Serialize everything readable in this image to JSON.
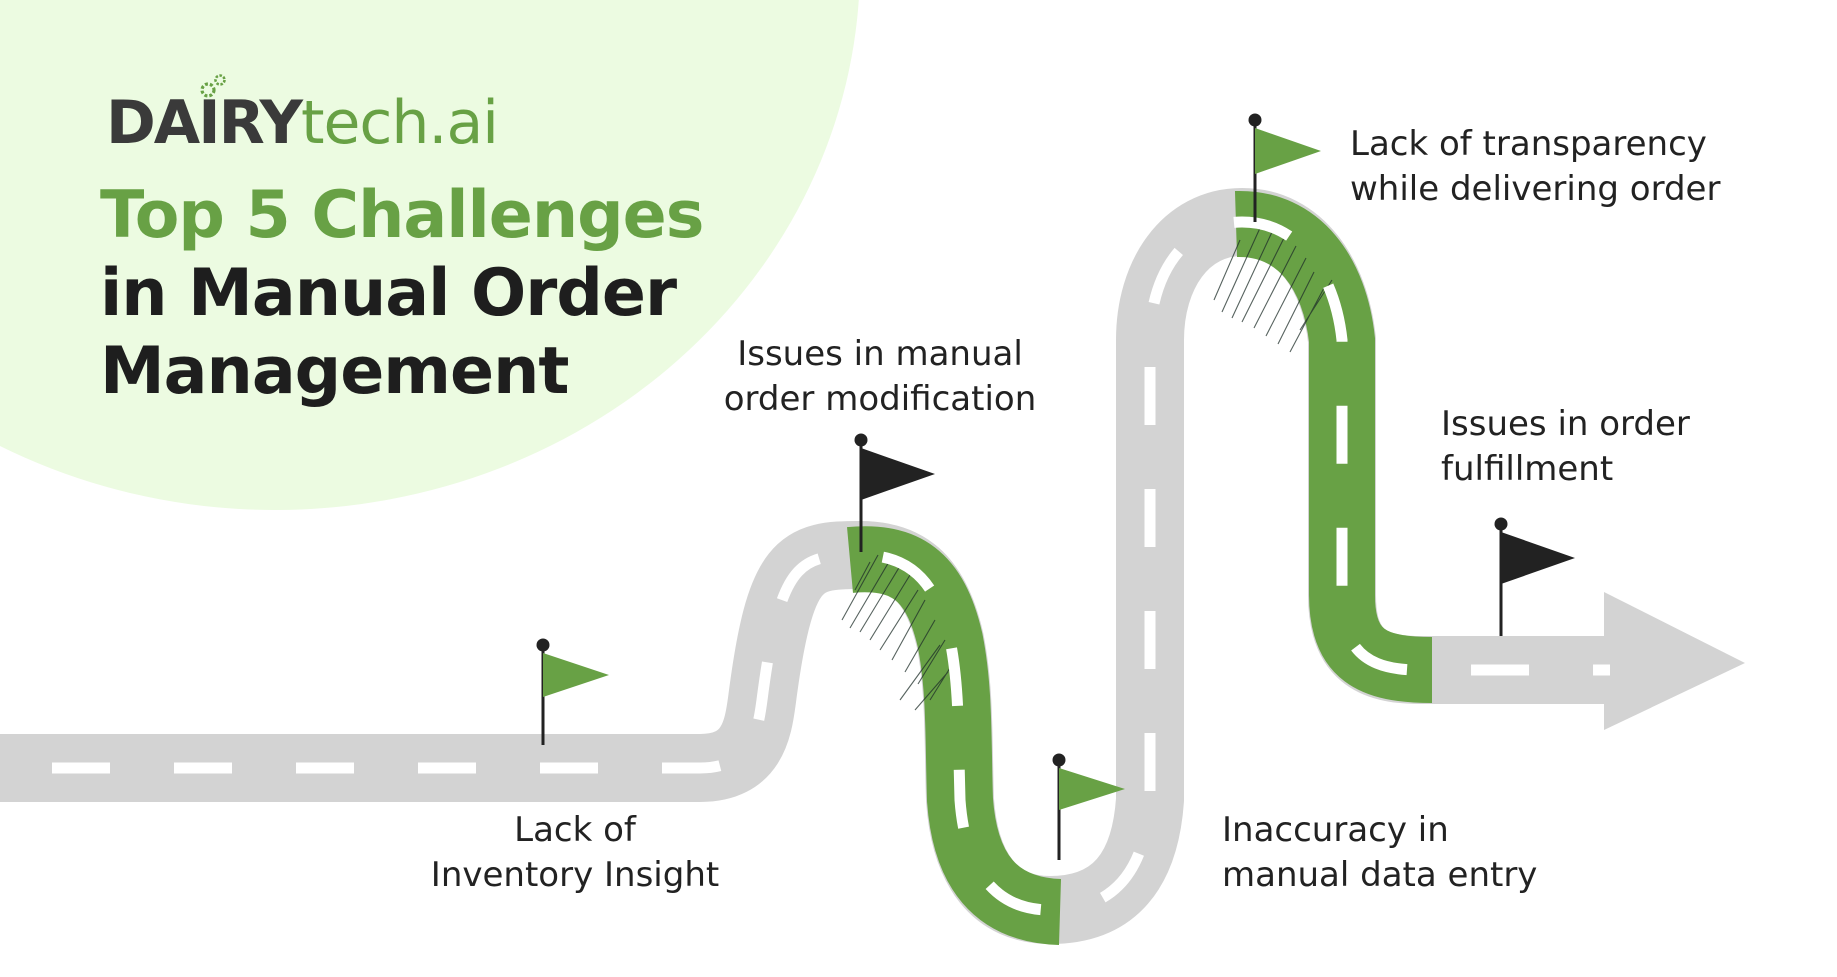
{
  "brand": {
    "name_dark": "DAIRY",
    "name_green": "tech.ai",
    "logo_icon": "gear-icon"
  },
  "headline": {
    "line1": "Top 5 Challenges",
    "line2": "in Manual Order",
    "line3": "Management"
  },
  "challenges": [
    {
      "lines": [
        "Lack of",
        "Inventory Insight"
      ],
      "flag_color": "#68a145"
    },
    {
      "lines": [
        "Issues in manual",
        "order modification"
      ],
      "flag_color": "#222222"
    },
    {
      "lines": [
        "Inaccuracy in",
        "manual data entry"
      ],
      "flag_color": "#68a145"
    },
    {
      "lines": [
        "Lack of transparency",
        "while delivering order"
      ],
      "flag_color": "#68a145"
    },
    {
      "lines": [
        "Issues in order",
        "fulfillment"
      ],
      "flag_color": "#222222"
    }
  ],
  "colors": {
    "accent_green": "#68a145",
    "circle_background": "#ecfbe1",
    "road_gray": "#d3d3d3",
    "dark_text": "#1e1e1e",
    "flag_dark": "#222222"
  },
  "icons": {
    "flags": "flag-icon",
    "arrow": "arrow-right-icon"
  }
}
